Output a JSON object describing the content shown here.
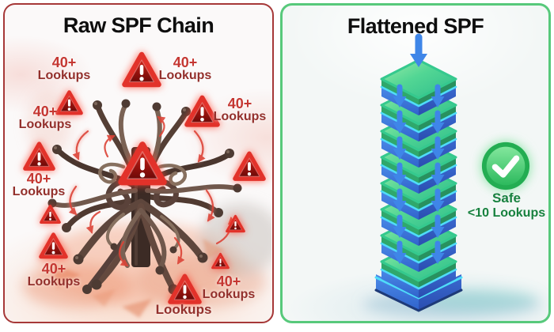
{
  "left_panel": {
    "title": "Raw SPF Chain",
    "warning_labels": [
      {
        "value": "40+",
        "unit": "Lookups"
      },
      {
        "value": "40+",
        "unit": "Lookups"
      },
      {
        "value": "40+",
        "unit": "Lookups"
      },
      {
        "value": "40+",
        "unit": "Lookups"
      },
      {
        "value": "40+",
        "unit": "Lookups"
      },
      {
        "value": "40+",
        "unit": "Lookups"
      },
      {
        "value": "40+",
        "unit": "Lookups"
      },
      {
        "value": "",
        "unit": "Lookups"
      }
    ],
    "warning_triangle_count": 11
  },
  "right_panel": {
    "title": "Flattened SPF",
    "status_label": {
      "line1": "Safe",
      "line2": "<10 Lookups"
    },
    "stack_layer_count": 8
  },
  "colors": {
    "left_border": "#A63838",
    "right_border": "#57C97B",
    "warning_red": "#C53732",
    "warning_dark_red": "#93302C",
    "safe_green": "#17813E",
    "check_green": "#2ABF5E",
    "arrow_blue": "#3F86E8",
    "stack_green": "#3EC98E",
    "stack_blue": "#3566CC",
    "rim_cyan": "#4FDCF9"
  },
  "icons": {
    "warning": "warning-triangle-icon",
    "check": "check-circle-icon",
    "down_arrow": "arrow-down-icon"
  }
}
